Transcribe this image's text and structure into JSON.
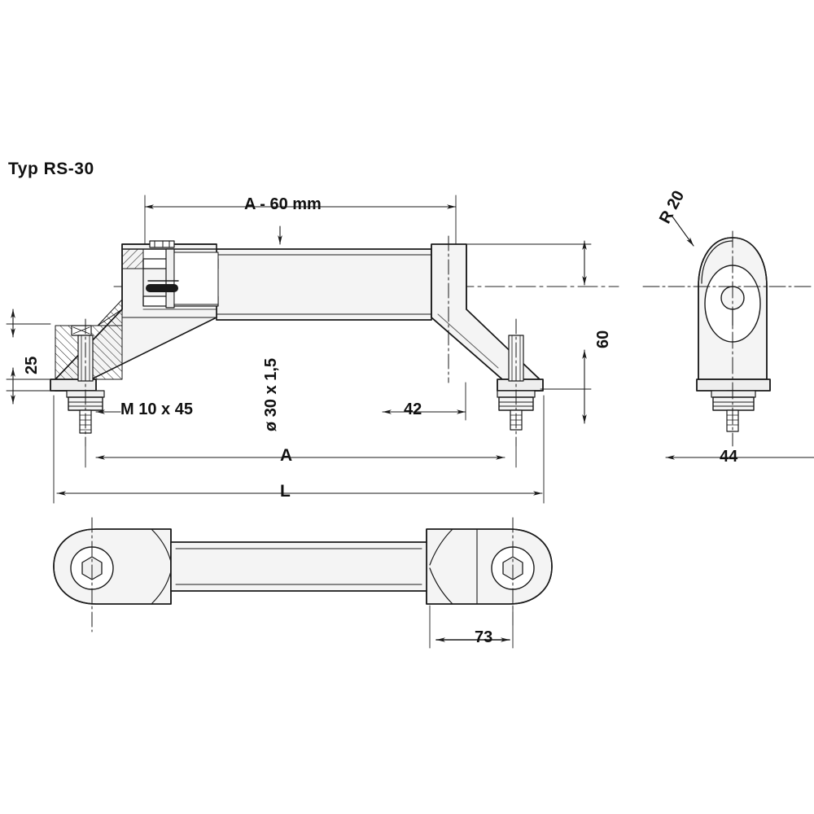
{
  "drawing": {
    "title": "Typ RS-30",
    "line_color": "#1a1a1a",
    "fill_color": "#ffffff",
    "shade_color": "#f2f2f2",
    "background": "#ffffff"
  },
  "labels": {
    "type": "Typ RS-30",
    "a_minus_60": "A - 60 mm",
    "thread": "M 10 x 45",
    "tube": "ø 30 x 1,5",
    "dim_25": "25",
    "dim_42": "42",
    "dim_60": "60",
    "dim_a": "A",
    "dim_l": "L",
    "dim_44": "44",
    "dim_73": "73",
    "radius": "R 20"
  },
  "views": {
    "front": "side elevation with section cut at left bracket",
    "side": "end view of bracket",
    "top": "plan view of handle"
  }
}
